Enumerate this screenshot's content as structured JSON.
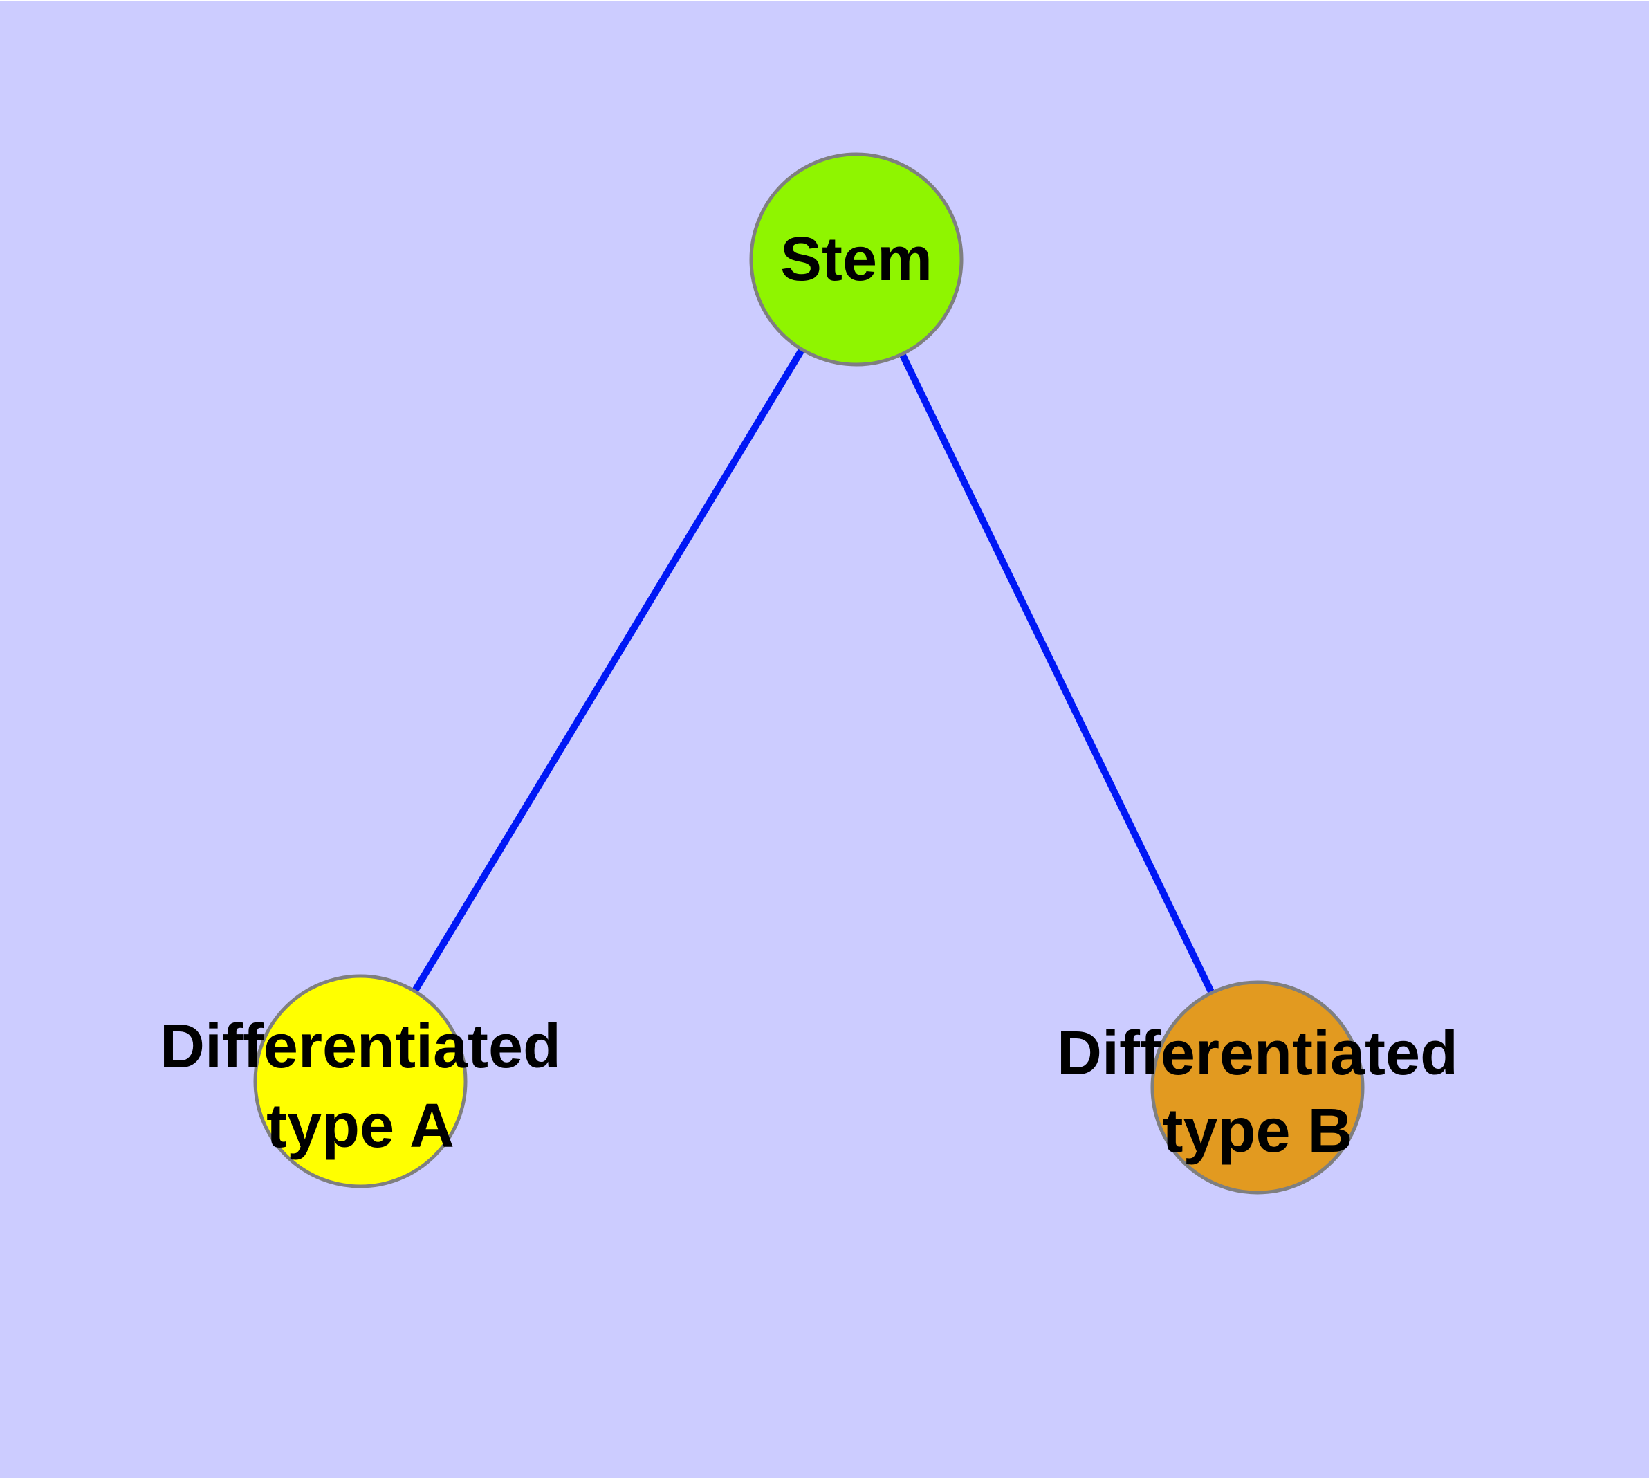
{
  "diagram": {
    "type": "node-link-graph",
    "background_color": "#CCCCFF",
    "edge_color": "#0018F5",
    "node_border_color": "#7F7F7F",
    "label_color": "#000000",
    "nodes": [
      {
        "id": "stem",
        "label": "Stem",
        "color": "#8FF500"
      },
      {
        "id": "type-a",
        "label_line1": "Differentiated",
        "label_line2": "type A",
        "color": "#FFFF00"
      },
      {
        "id": "type-b",
        "label_line1": "Differentiated",
        "label_line2": "type B",
        "color": "#E29A20"
      }
    ],
    "edges": [
      {
        "from": "stem",
        "to": "type-a"
      },
      {
        "from": "stem",
        "to": "type-b"
      }
    ]
  }
}
